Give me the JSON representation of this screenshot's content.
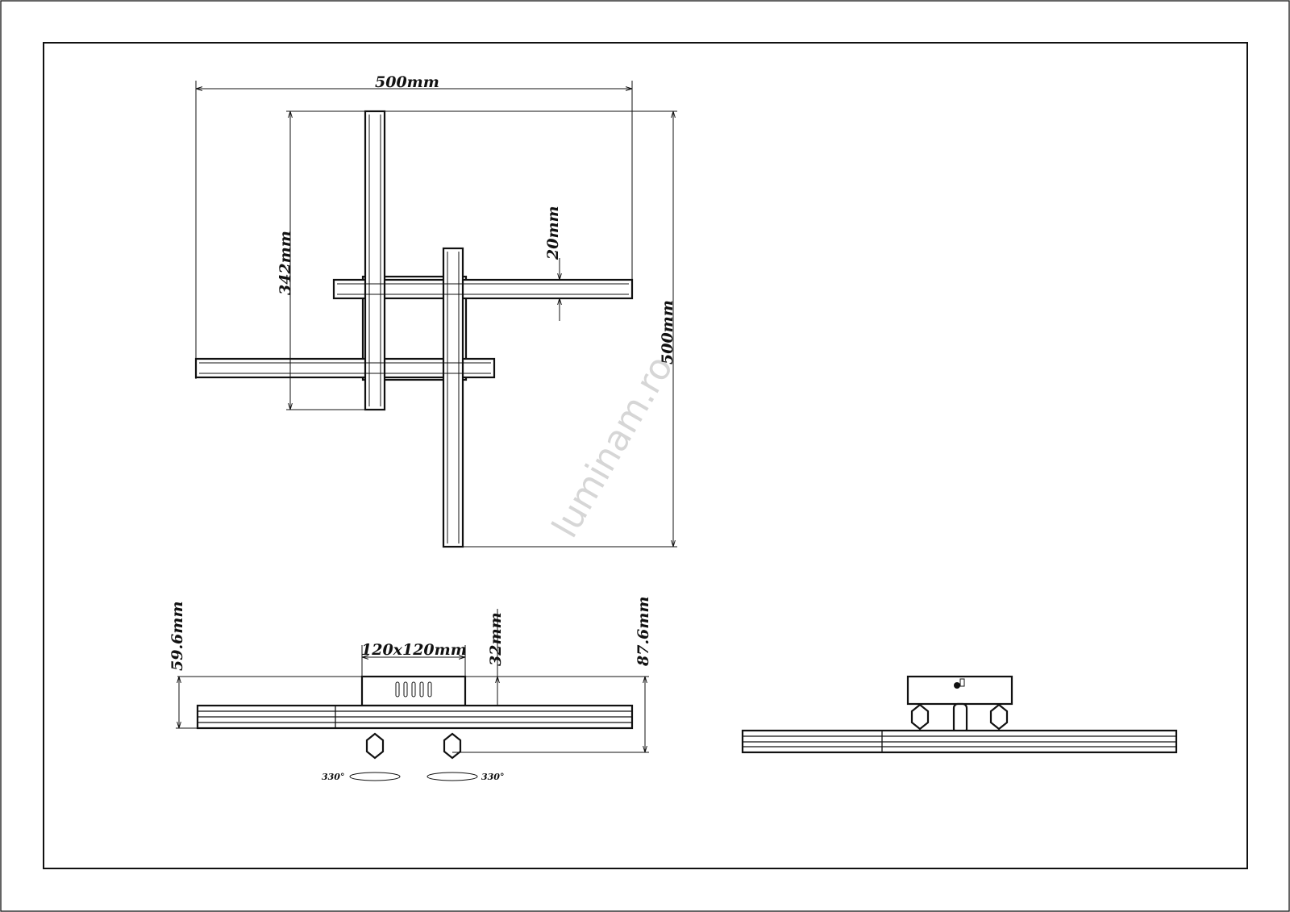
{
  "watermark": "luminam.ro",
  "top_view": {
    "width_label": "500mm",
    "height_label": "500mm",
    "inner_height_label": "342mm",
    "bar_width_label": "20mm"
  },
  "side_view": {
    "base_label": "120x120mm",
    "base_height_label": "32mm",
    "height_label": "59.6mm",
    "total_height_label": "87.6mm",
    "rotation_left_label": "330°",
    "rotation_right_label": "330°"
  }
}
